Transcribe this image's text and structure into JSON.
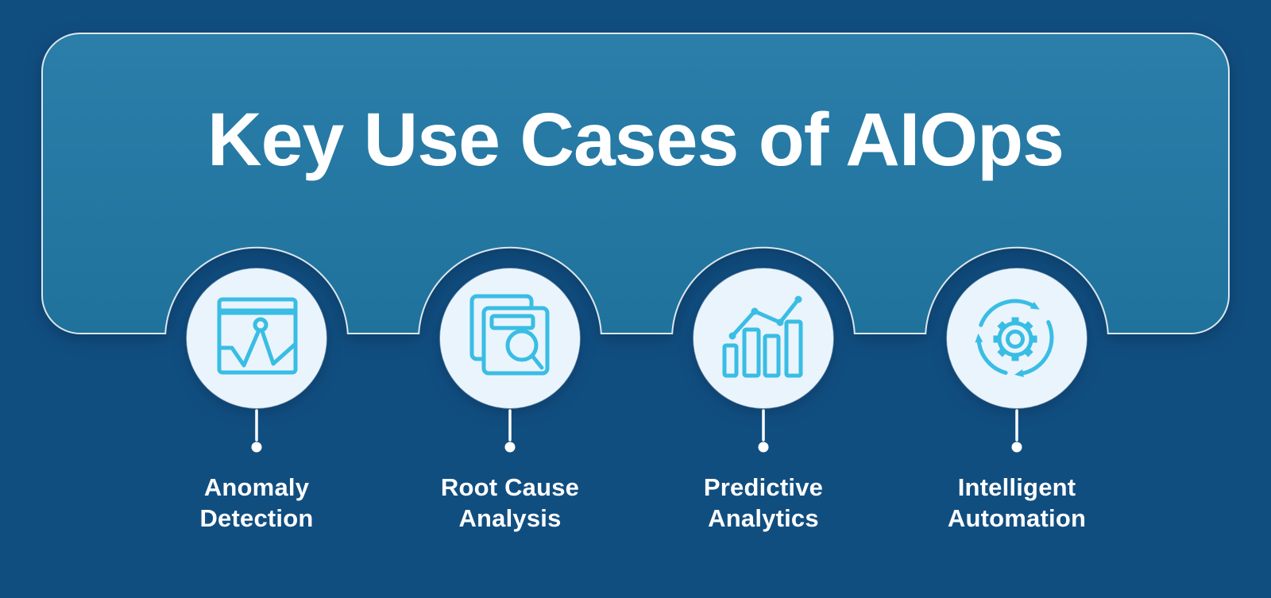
{
  "title": "Key Use Cases of AIOps",
  "colors": {
    "background": "#114E80",
    "banner_top": "#2A7EA9",
    "banner_bottom": "#1F729C",
    "banner_border": "#FFFFFF",
    "circle_fill": "#EAF4FC",
    "icon_stroke": "#39BDE4",
    "connector": "#FFFFFF",
    "title_text": "#FFFFFF",
    "label_text": "#FFFFFF"
  },
  "use_cases": [
    {
      "label_line1": "Anomaly",
      "label_line2": "Detection",
      "icon": "anomaly-monitor-icon"
    },
    {
      "label_line1": "Root Cause",
      "label_line2": "Analysis",
      "icon": "document-magnifier-icon"
    },
    {
      "label_line1": "Predictive",
      "label_line2": "Analytics",
      "icon": "bar-chart-trend-icon"
    },
    {
      "label_line1": "Intelligent",
      "label_line2": "Automation",
      "icon": "gear-cycle-icon"
    }
  ]
}
